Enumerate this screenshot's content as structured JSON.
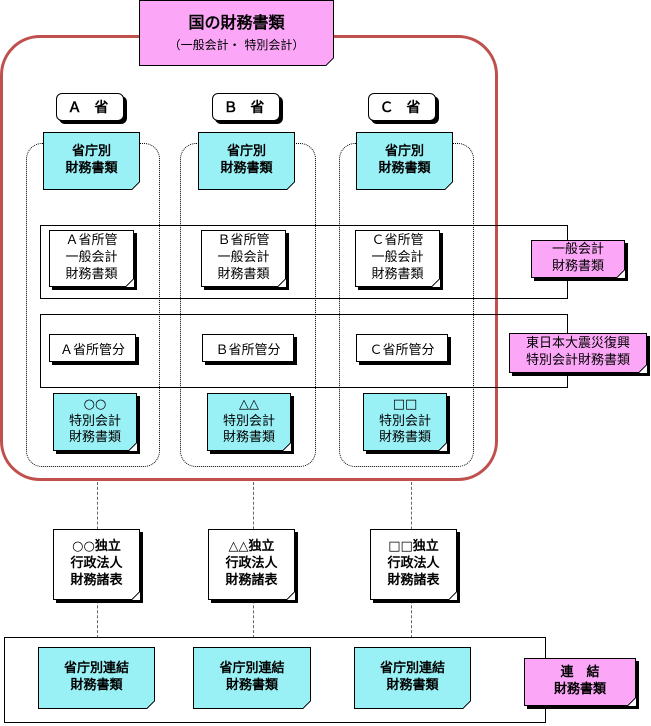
{
  "national": {
    "title": "国の財務書類",
    "subtitle": "（一般会計・ 特別会計）"
  },
  "ministries": [
    {
      "name": "Ａ 省",
      "statements": [
        "省庁別",
        "財務書類"
      ],
      "general": [
        "Ａ省所管",
        "一般会計",
        "財務書類"
      ],
      "reconstruction": "Ａ省所管分",
      "special": [
        "○○",
        "特別会計",
        "財務書類"
      ],
      "agency": [
        "○○独立",
        "行政法人",
        "財務諸表"
      ],
      "consolidated": [
        "省庁別連結",
        "財務書類"
      ]
    },
    {
      "name": "Ｂ 省",
      "statements": [
        "省庁別",
        "財務書類"
      ],
      "general": [
        "Ｂ省所管",
        "一般会計",
        "財務書類"
      ],
      "reconstruction": "Ｂ省所管分",
      "special": [
        "△△",
        "特別会計",
        "財務書類"
      ],
      "agency": [
        "△△独立",
        "行政法人",
        "財務諸表"
      ],
      "consolidated": [
        "省庁別連結",
        "財務書類"
      ]
    },
    {
      "name": "Ｃ 省",
      "statements": [
        "省庁別",
        "財務書類"
      ],
      "general": [
        "Ｃ省所管",
        "一般会計",
        "財務書類"
      ],
      "reconstruction": "Ｃ省所管分",
      "special": [
        "□□",
        "特別会計",
        "財務書類"
      ],
      "agency": [
        "□□独立",
        "行政法人",
        "財務諸表"
      ],
      "consolidated": [
        "省庁別連結",
        "財務書類"
      ]
    }
  ],
  "side_labels": {
    "general": [
      "一般会計",
      "財務書類"
    ],
    "reconstruction": [
      "東日本大震災復興",
      "特別会計財務書類"
    ],
    "consolidated": [
      "連　結",
      "財務書類"
    ]
  },
  "colors": {
    "accent_border": "#c0504d",
    "cyan": "#99f1f6",
    "pink": "#fba6f7"
  }
}
